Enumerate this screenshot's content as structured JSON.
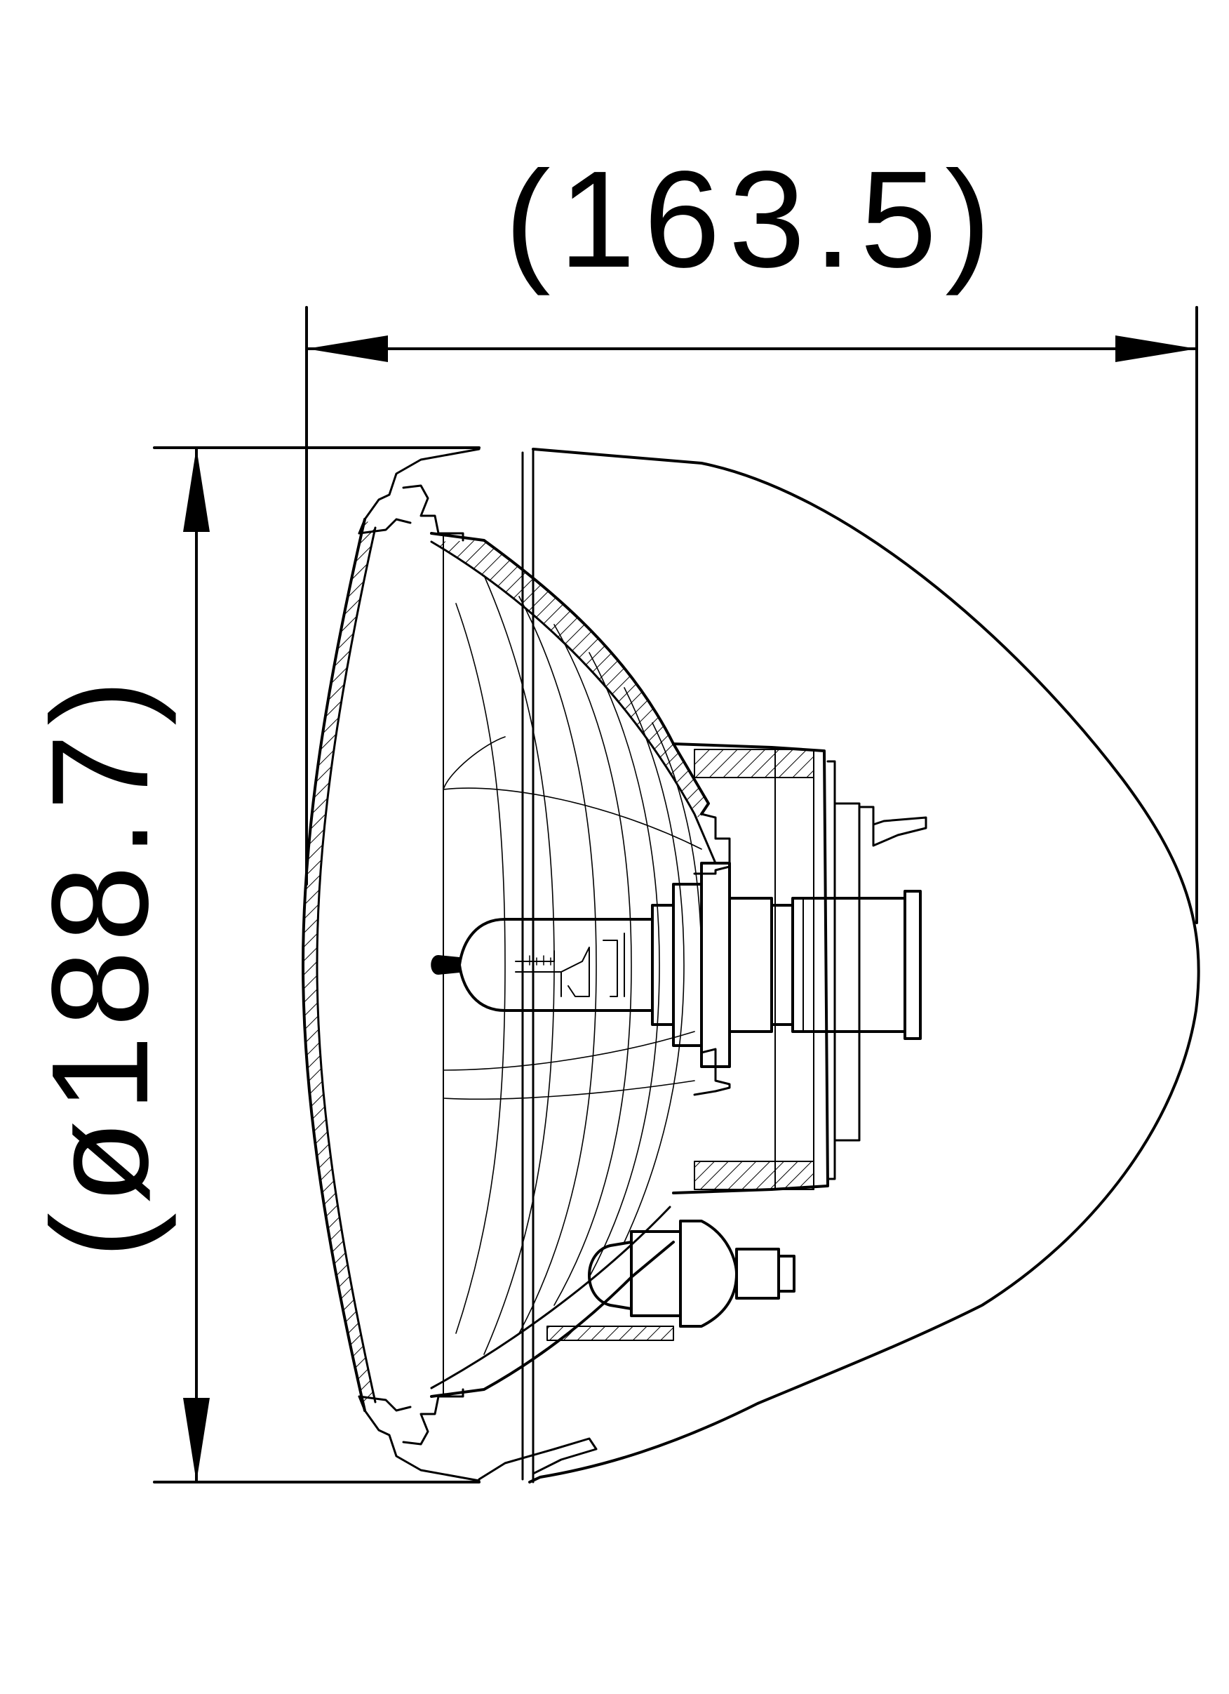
{
  "drawing": {
    "subject": "headlamp side section",
    "dimensions": {
      "width_label": "(163.5)",
      "diameter_label": "(ø188.7)"
    },
    "colors": {
      "line": "#000000",
      "background": "#ffffff"
    }
  }
}
